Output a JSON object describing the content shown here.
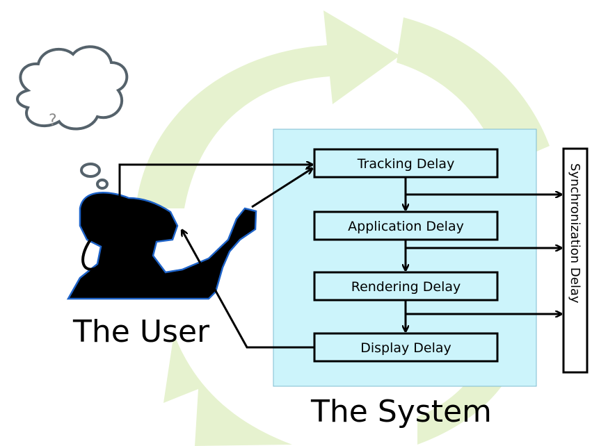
{
  "colors": {
    "cycle_arrow": "#e6f2cf",
    "system_panel": "#ccf4fb",
    "system_panel_border": "#7fbcd1",
    "box_fill": "#ccf4fb",
    "box_border": "#000000",
    "silhouette": "#000000",
    "silhouette_outline": "#1e63c8",
    "thought_cloud_stroke": "#55626b"
  },
  "diagram": {
    "thought_symbol": "?",
    "user_label": "The User",
    "system_label": "The System",
    "stages": [
      {
        "label": "Tracking Delay"
      },
      {
        "label": "Application Delay"
      },
      {
        "label": "Rendering Delay"
      },
      {
        "label": "Display Delay"
      }
    ],
    "sync_label": "Synchronization Delay"
  }
}
